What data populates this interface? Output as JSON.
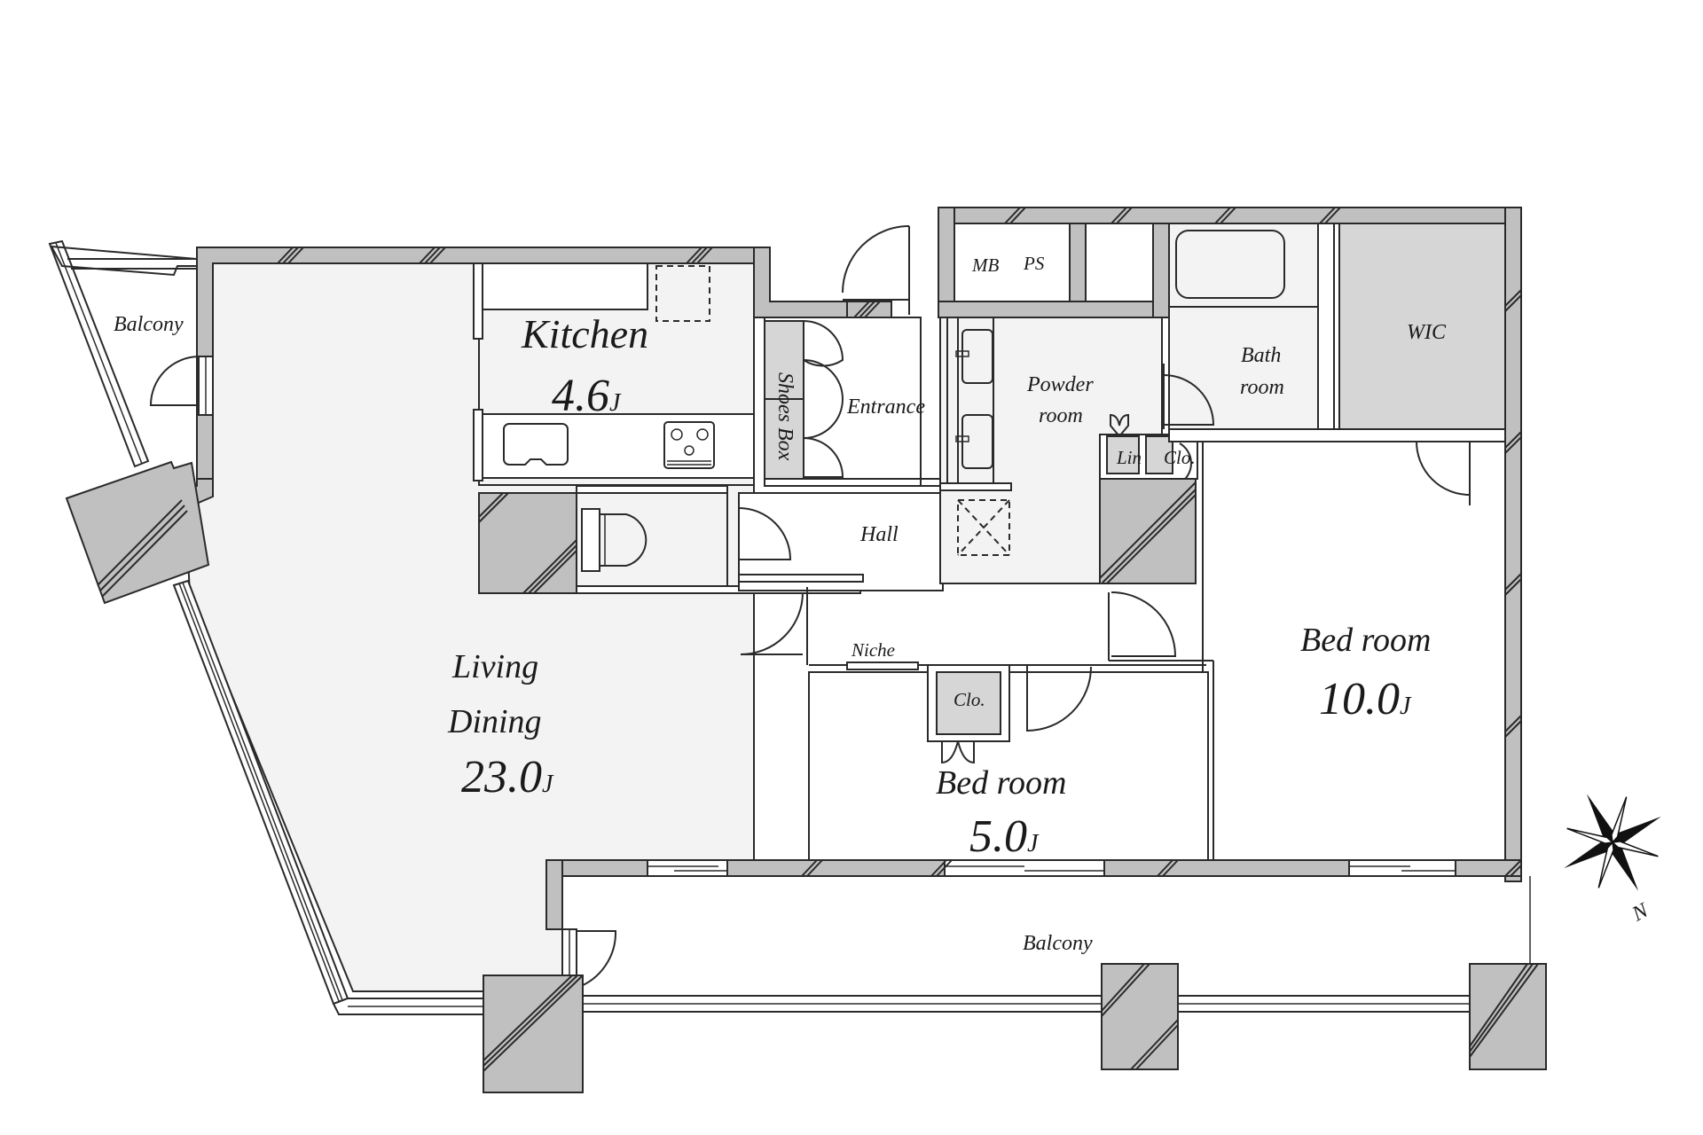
{
  "floor_plan": {
    "title": "Apartment floor plan",
    "colors": {
      "wall": "#c0c0c0",
      "floor": "#f3f3f3",
      "storage": "#d6d6d6",
      "outline": "#2a2a2a",
      "background": "#ffffff"
    },
    "rooms": {
      "living_dining": {
        "line1": "Living",
        "line2": "Dining",
        "area": "23.0",
        "unit": "J"
      },
      "kitchen": {
        "name": "Kitchen",
        "area": "4.6",
        "unit": "J"
      },
      "bedroom_large": {
        "name": "Bed room",
        "area": "10.0",
        "unit": "J"
      },
      "bedroom_small": {
        "name": "Bed room",
        "area": "5.0",
        "unit": "J"
      },
      "powder_room": {
        "line1": "Powder",
        "line2": "room"
      },
      "bath_room": {
        "line1": "Bath",
        "line2": "room"
      },
      "wic": {
        "name": "WIC"
      },
      "entrance": {
        "name": "Entrance"
      },
      "hall": {
        "name": "Hall"
      },
      "shoes_box": {
        "name": "Shoes Box"
      },
      "niche": {
        "name": "Niche"
      },
      "mb": {
        "name": "MB"
      },
      "ps": {
        "name": "PS"
      },
      "linen": {
        "name": "Lin"
      },
      "closet_small": {
        "name": "Clo."
      },
      "closet_bedroom": {
        "name": "Clo."
      },
      "balcony_west": {
        "name": "Balcony"
      },
      "balcony_south": {
        "name": "Balcony"
      }
    },
    "compass": {
      "north_label": "N",
      "icon": "compass-rose-icon"
    }
  }
}
